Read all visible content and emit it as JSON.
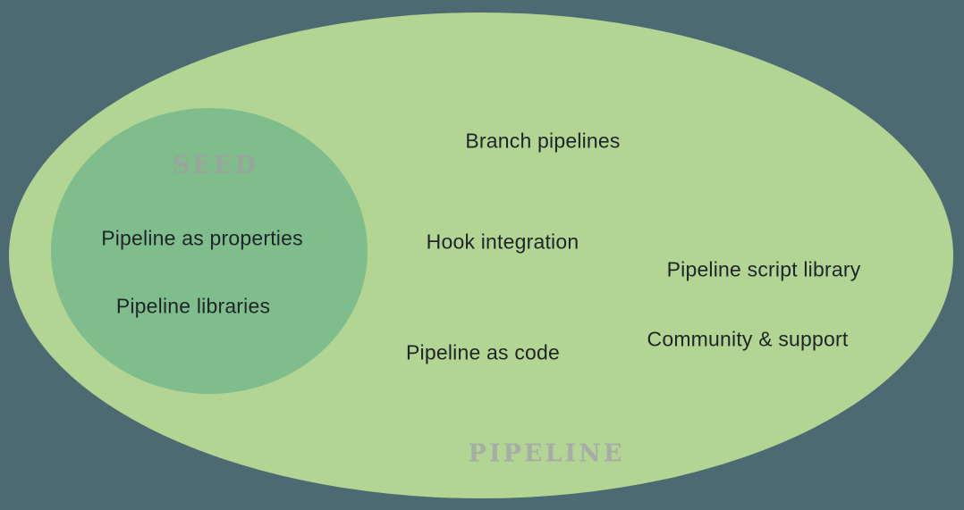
{
  "diagram": {
    "type": "venn-nested",
    "colors": {
      "background": "#4d6a73",
      "outer_ellipse_fill": "#b2d594",
      "inner_circle_fill": "#80bd8d",
      "item_text": "#1e2528",
      "seed_title_text": "#9ba49c",
      "pipeline_title_text": "#a6aca6"
    },
    "outer": {
      "title": "PIPELINE",
      "items": [
        {
          "text": "Branch pipelines"
        },
        {
          "text": "Hook integration"
        },
        {
          "text": "Pipeline script library"
        },
        {
          "text": "Pipeline as code"
        },
        {
          "text": "Community & support"
        }
      ]
    },
    "inner": {
      "title": "SEED",
      "items": [
        {
          "text": "Pipeline as properties"
        },
        {
          "text": "Pipeline libraries"
        }
      ]
    }
  }
}
